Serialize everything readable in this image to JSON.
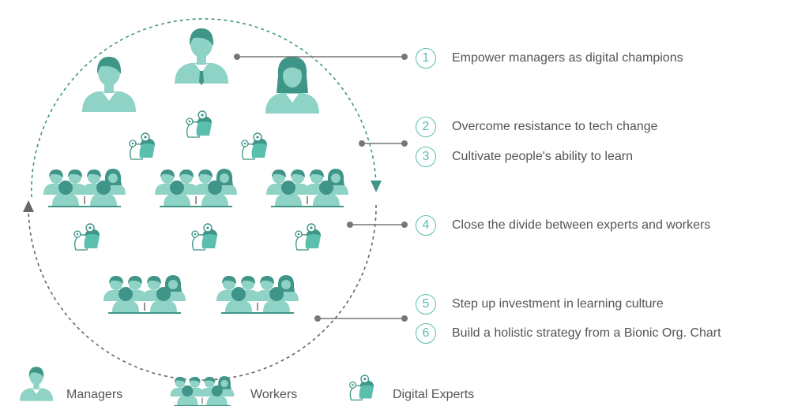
{
  "colors": {
    "dark_teal": "#3f9587",
    "light_teal": "#8fd2c6",
    "bright_teal": "#5bbfae",
    "text_gray": "#555555",
    "connector_gray": "#777777",
    "arc_teal": "#3f9587",
    "arc_gray": "#666666"
  },
  "steps": [
    {
      "num": "1",
      "text": "Empower managers as digital champions"
    },
    {
      "num": "2",
      "text": "Overcome resistance to tech change"
    },
    {
      "num": "3",
      "text": "Cultivate people's ability to learn"
    },
    {
      "num": "4",
      "text": "Close the divide between experts and workers"
    },
    {
      "num": "5",
      "text": "Step up investment in learning culture"
    },
    {
      "num": "6",
      "text": "Build a holistic strategy from a Bionic Org. Chart"
    }
  ],
  "legend": [
    {
      "label": "Managers",
      "icon": "manager-icon"
    },
    {
      "label": "Workers",
      "icon": "workers-icon"
    },
    {
      "label": "Digital Experts",
      "icon": "digital-expert-icon"
    }
  ]
}
